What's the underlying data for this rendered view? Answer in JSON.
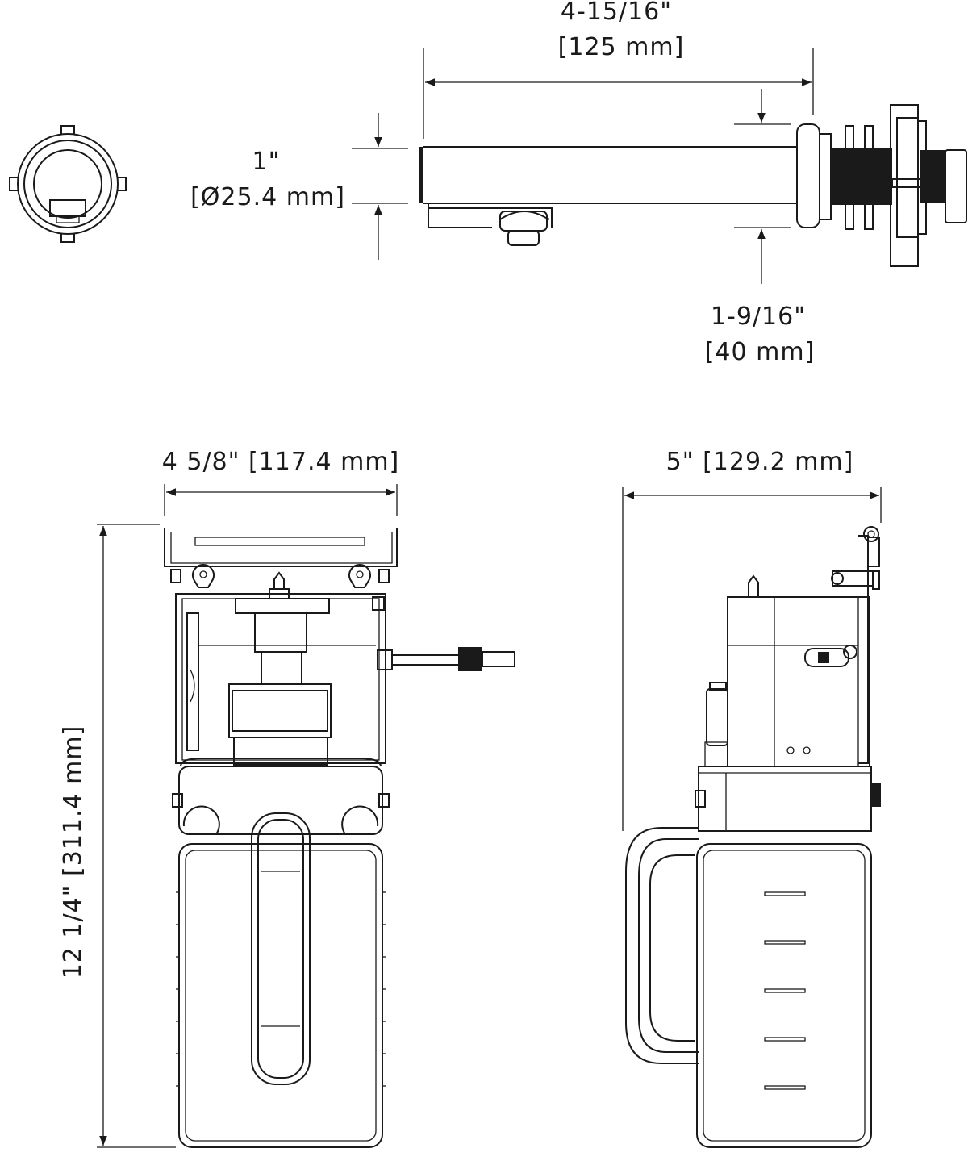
{
  "spout_length": {
    "imperial": "4-15/16\"",
    "metric": "[125 mm]"
  },
  "spout_diameter": {
    "imperial": "1\"",
    "metric": "[Ø25.4 mm]"
  },
  "spout_height": {
    "imperial": "1-9/16\"",
    "metric": "[40 mm]"
  },
  "front_width": "4 5/8\" [117.4 mm]",
  "side_depth": "5\" [129.2  mm]",
  "total_height": "12 1/4\" [311.4 mm]"
}
